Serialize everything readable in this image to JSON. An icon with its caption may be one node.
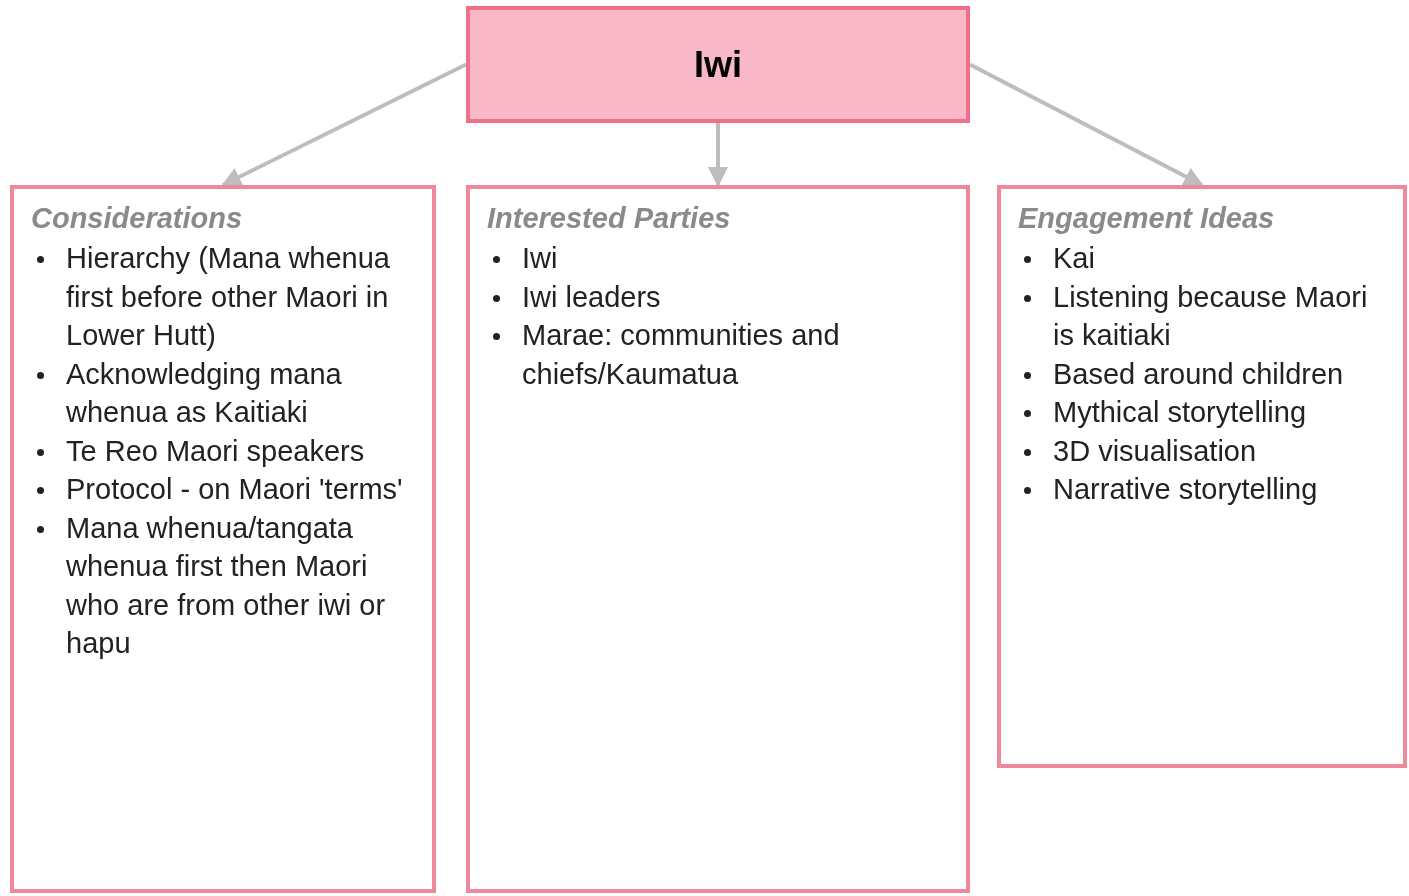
{
  "diagram": {
    "nodes": [
      {
        "text": [
          "Iwi"
        ]
      },
      {
        "text": [
          "Considerations",
          "Hierarchy (Mana whenua first before other Maori in Lower Hutt)",
          "Acknowledging mana whenua as Kaitiaki",
          "Te Reo Maori speakers",
          "Protocol - on Maori 'terms'",
          "Mana whenua/tangata whenua first then Maori who are from other iwi or hapu"
        ]
      },
      {
        "text": [
          "Interested Parties",
          "Iwi",
          "Iwi leaders",
          "Marae: communities and chiefs/Kaumatua"
        ]
      },
      {
        "text": [
          "Engagement Ideas",
          "Kai",
          "Listening because Maori is kaitiaki",
          "Based around children",
          "Mythical storytelling",
          "3D visualisation",
          "Narrative storytelling"
        ]
      }
    ],
    "edges": [
      {
        "from": 0,
        "to": 1,
        "arrow": "to"
      },
      {
        "from": 0,
        "to": 2,
        "arrow": "to"
      },
      {
        "from": 0,
        "to": 3,
        "arrow": "to"
      }
    ]
  }
}
